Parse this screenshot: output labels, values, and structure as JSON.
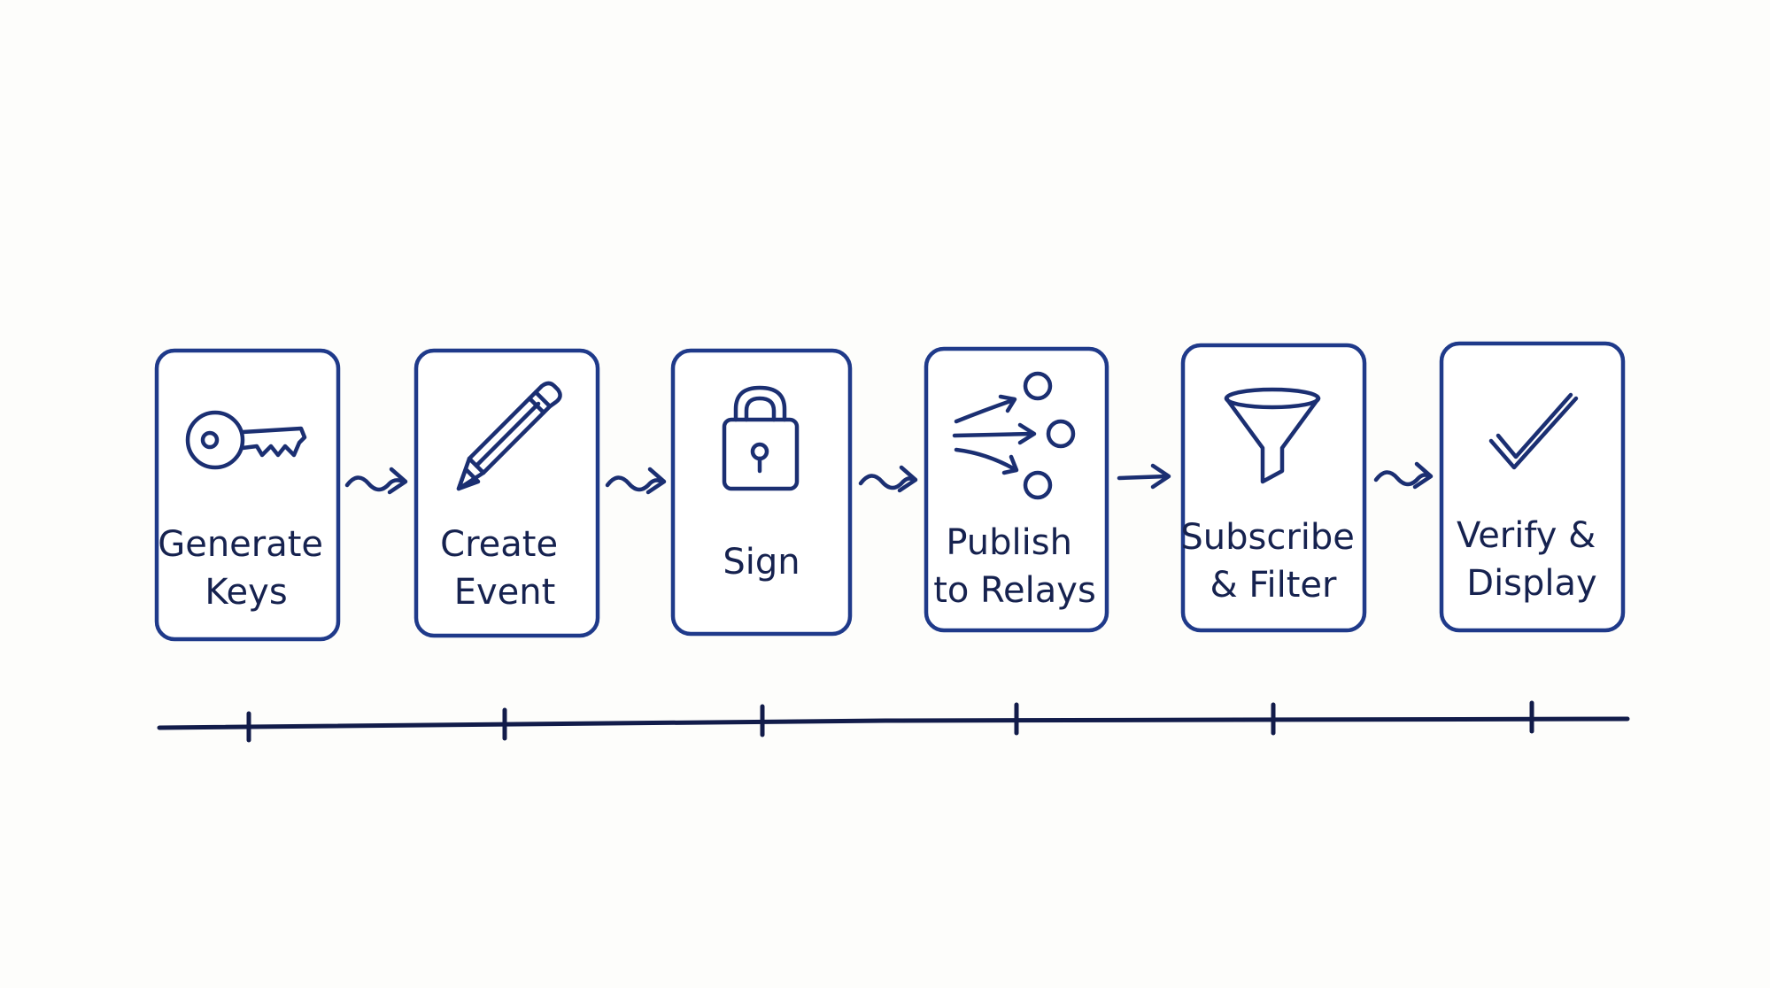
{
  "diagram": {
    "steps": [
      {
        "lines": [
          "Generate",
          "Keys"
        ],
        "icon": "key-icon"
      },
      {
        "lines": [
          "Create",
          "Event"
        ],
        "icon": "pencil-icon"
      },
      {
        "lines": [
          "Sign"
        ],
        "icon": "padlock-icon"
      },
      {
        "lines": [
          "Publish",
          "to Relays"
        ],
        "icon": "broadcast-arrows-icon"
      },
      {
        "lines": [
          "Subscribe",
          "& Filter"
        ],
        "icon": "funnel-icon"
      },
      {
        "lines": [
          "Verify &",
          "Display"
        ],
        "icon": "checkmark-icon"
      }
    ],
    "connectors": [
      "squiggle-arrow",
      "squiggle-arrow",
      "squiggle-arrow",
      "squiggle-arrow",
      "straight-arrow",
      "squiggle-arrow"
    ],
    "colors": {
      "box_stroke": "#1f3a8a",
      "ink": "#1b2f72",
      "timeline": "#121c4a",
      "background": "#fdfdfb"
    }
  }
}
